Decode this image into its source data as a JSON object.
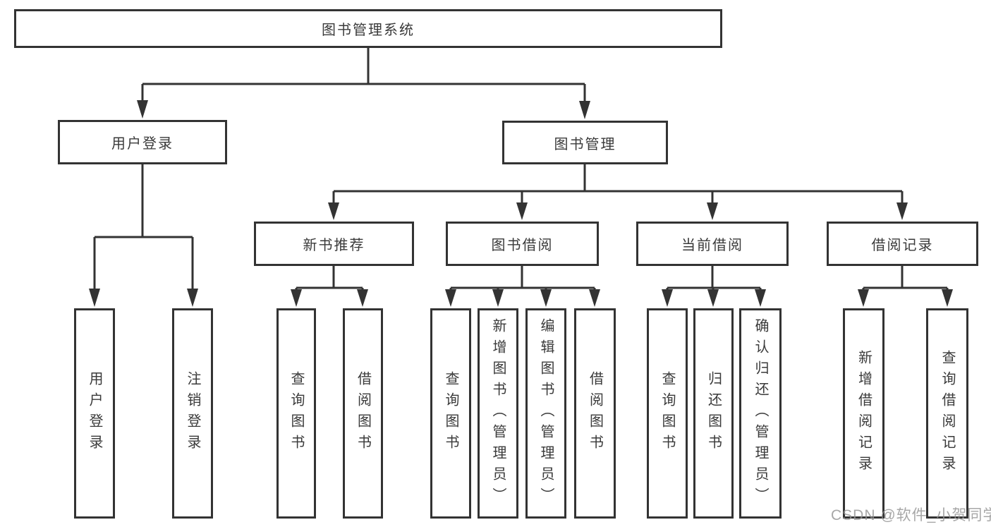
{
  "tree": {
    "root": "图书管理系统",
    "branches": [
      {
        "label": "用户登录",
        "children": [
          {
            "label": "用户登录"
          },
          {
            "label": "注销登录"
          }
        ]
      },
      {
        "label": "图书管理",
        "children": [
          {
            "label": "新书推荐",
            "children": [
              {
                "label": "查询图书"
              },
              {
                "label": "借阅图书"
              }
            ]
          },
          {
            "label": "图书借阅",
            "children": [
              {
                "label": "查询图书"
              },
              {
                "label": "新增图书（管理员）"
              },
              {
                "label": "编辑图书（管理员）"
              },
              {
                "label": "借阅图书"
              }
            ]
          },
          {
            "label": "当前借阅",
            "children": [
              {
                "label": "查询图书"
              },
              {
                "label": "归还图书"
              },
              {
                "label": "确认归还（管理员）"
              }
            ]
          },
          {
            "label": "借阅记录",
            "children": [
              {
                "label": "新增借阅记录"
              },
              {
                "label": "查询借阅记录"
              }
            ]
          }
        ]
      }
    ]
  },
  "watermark": {
    "text": "CSDN @软件_小贺同学"
  },
  "colors": {
    "line": "#333333",
    "box_border": "#333333",
    "text": "#3a3a3a",
    "background": "#ffffff",
    "watermark": "#949494"
  }
}
